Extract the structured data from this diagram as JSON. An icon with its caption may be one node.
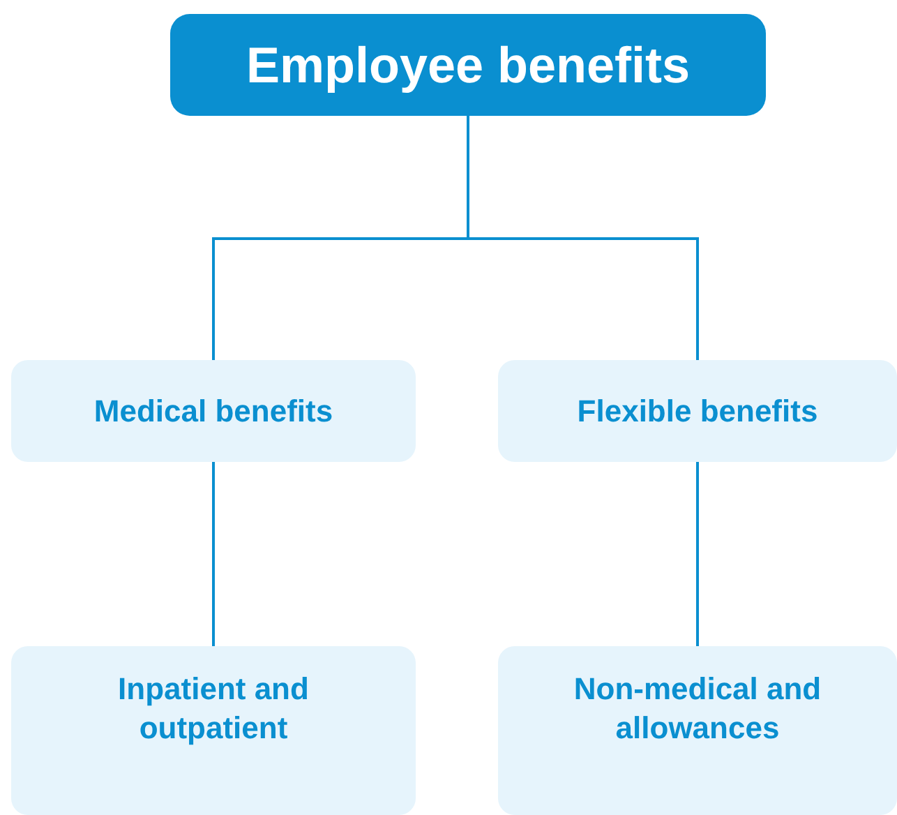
{
  "diagram": {
    "nodes": [
      {
        "text": [
          "Employee benefits"
        ]
      },
      {
        "text": [
          "Medical benefits"
        ]
      },
      {
        "text": [
          "Flexible benefits"
        ]
      },
      {
        "text": [
          "Inpatient and outpatient"
        ]
      },
      {
        "text": [
          "Non-medical and allowances"
        ]
      }
    ],
    "edges": [
      {
        "from": 0,
        "to": 1,
        "arrow": "none"
      },
      {
        "from": 0,
        "to": 2,
        "arrow": "none"
      },
      {
        "from": 1,
        "to": 3,
        "arrow": "none"
      },
      {
        "from": 2,
        "to": 4,
        "arrow": "none"
      }
    ]
  }
}
